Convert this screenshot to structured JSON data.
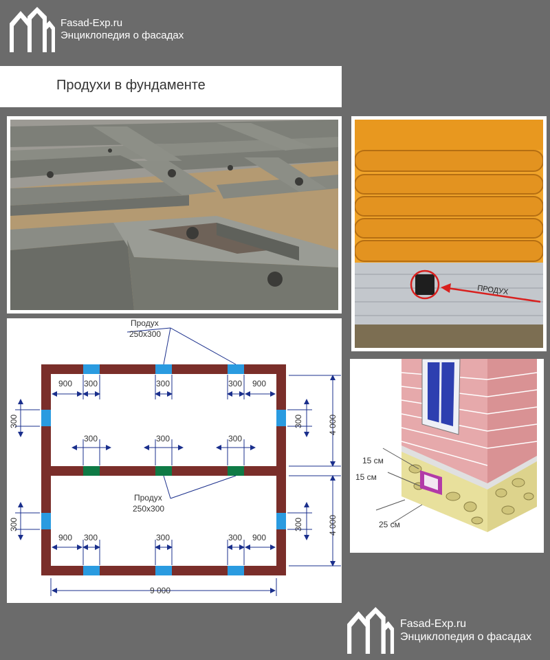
{
  "brand": {
    "site": "Fasad-Exp.ru",
    "tagline": "Энциклопедия о фасадах"
  },
  "page_title": "Продухи в фундаменте",
  "photo_log_house": {
    "label": "ПРОДУХ"
  },
  "plan": {
    "vent_label_line1": "Продух",
    "vent_label_line2": "250х300",
    "dim_300": "300",
    "dim_900": "900",
    "dim_height": "4 000",
    "dim_width": "9 000"
  },
  "brick_detail": {
    "dim_15a": "15 см",
    "dim_15b": "15 см",
    "dim_25": "25 см"
  },
  "colors": {
    "background": "#6b6b6b",
    "wall": "#7a2e2a",
    "vent_outer": "#2a9be0",
    "vent_inner": "#0f7a45",
    "dimension": "#1a2f8c",
    "arrow_red": "#d8201e"
  }
}
